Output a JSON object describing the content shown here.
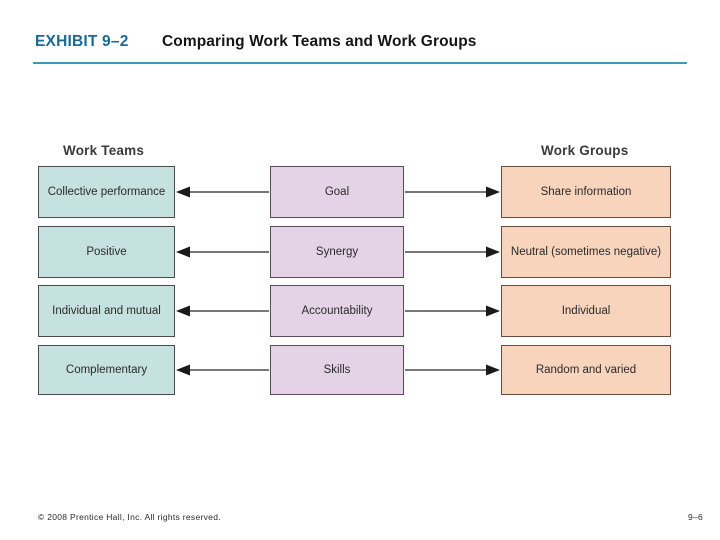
{
  "header": {
    "exhibit_label": "EXHIBIT 9–2",
    "title": "Comparing Work Teams and Work Groups",
    "accent_color": "#1a6b8f",
    "rule_color": "#3e9bb5"
  },
  "diagram": {
    "left_column_header": "Work Teams",
    "right_column_header": "Work Groups",
    "left_box_color": "#c6e2e0",
    "center_box_color": "#e4d3e6",
    "right_box_color": "#f8d4bd",
    "rows": [
      {
        "criterion": "Goal",
        "work_teams": "Collective performance",
        "work_groups": "Share information"
      },
      {
        "criterion": "Synergy",
        "work_teams": "Positive",
        "work_groups": "Neutral (sometimes negative)"
      },
      {
        "criterion": "Accountability",
        "work_teams": "Individual and mutual",
        "work_groups": "Individual"
      },
      {
        "criterion": "Skills",
        "work_teams": "Complementary",
        "work_groups": "Random and varied"
      }
    ]
  },
  "footer": {
    "copyright": "© 2008 Prentice Hall, Inc. All rights reserved.",
    "page_number": "9–6"
  }
}
